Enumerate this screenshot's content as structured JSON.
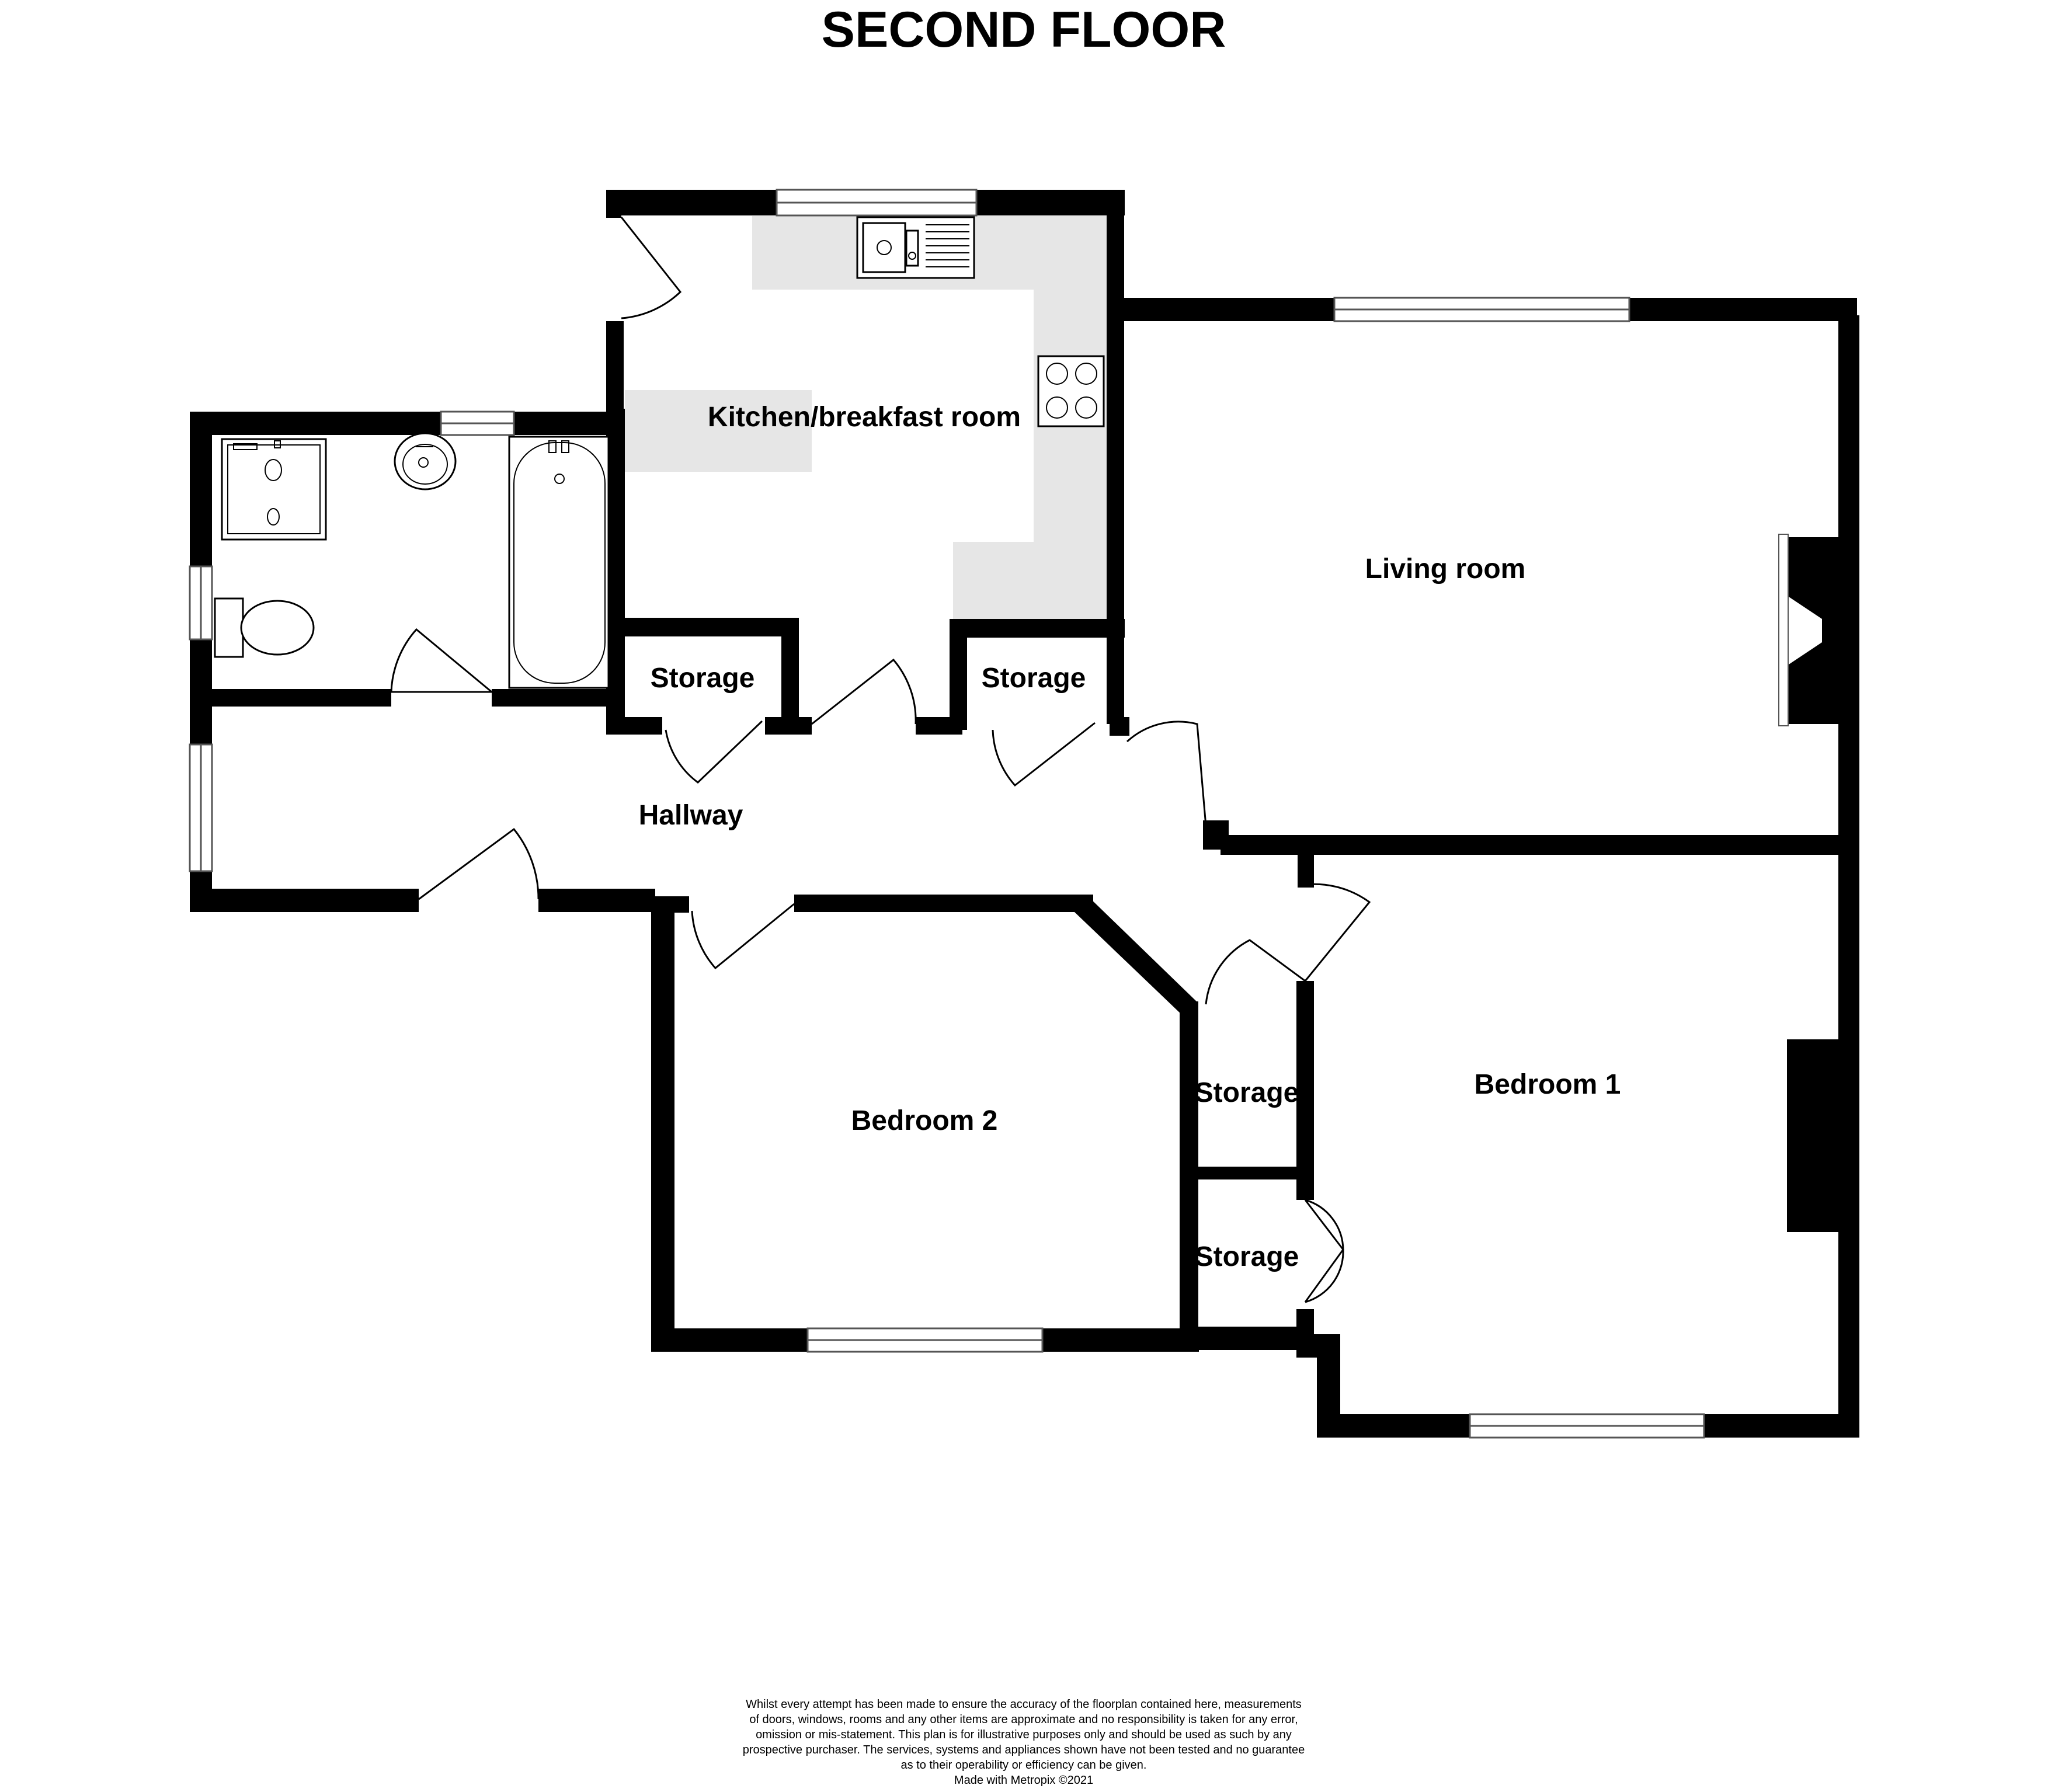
{
  "title": "SECOND FLOOR",
  "rooms": {
    "kitchen": "Kitchen/breakfast room",
    "living": "Living room",
    "storage_kitchen_left": "Storage",
    "storage_kitchen_right": "Storage",
    "hallway": "Hallway",
    "bedroom2": "Bedroom 2",
    "bedroom1": "Bedroom 1",
    "storage_mid_upper": "Storage",
    "storage_mid_lower": "Storage"
  },
  "disclaimer": {
    "lines": [
      "Whilst every attempt has been made to ensure the accuracy of the floorplan contained here, measurements",
      "of doors, windows, rooms and any other items are approximate and no responsibility is taken for any error,",
      "omission or mis-statement. This plan is for illustrative purposes only and should be used as such by any",
      "prospective purchaser. The services, systems and appliances shown have not been tested and no guarantee",
      "as to their operability or efficiency can be given.",
      "Made with Metropix ©2021"
    ]
  },
  "colors": {
    "wall": "#000000",
    "counter": "#e6e6e6",
    "background": "#ffffff"
  }
}
